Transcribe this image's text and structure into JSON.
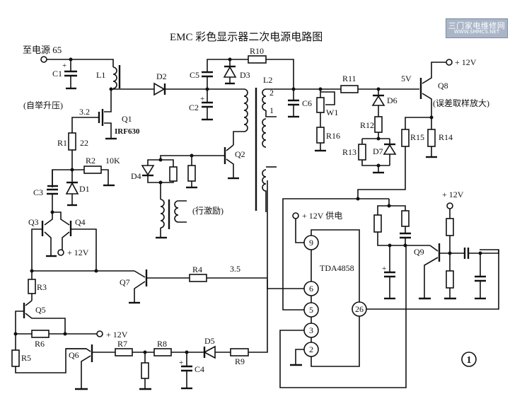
{
  "title": "EMC 彩色显示器二次电源电路图",
  "watermark": {
    "line1": "三门家电维修网",
    "line2": "WWW.SMMCS.NET"
  },
  "figure_number": "①",
  "labels": {
    "supply_in": "至电源 65",
    "boost_note": "(自举升压)",
    "error_amp_note": "(误差取样放大)",
    "line_drive_note": "(行激励)",
    "plus12v": "+ 12V",
    "plus12v_supply": "+ 12V 供电",
    "v5": "5V",
    "v32": "3.2",
    "v35": "3.5",
    "r1_value": "22",
    "r2_value": "10K",
    "q1_part": "IRF630",
    "ic_part": "TDA4858",
    "l2_tap2": "2",
    "l2_tap1": "1"
  },
  "components": {
    "C1": "C1",
    "C2": "C2",
    "C3": "C3",
    "C4": "C4",
    "C5": "C5",
    "C6": "C6",
    "L1": "L1",
    "L2": "L2",
    "D1": "D1",
    "D2": "D2",
    "D3": "D3",
    "D4": "D4",
    "D5": "D5",
    "D6": "D6",
    "D7": "D7",
    "Q1": "Q1",
    "Q2": "Q2",
    "Q3": "Q3",
    "Q4": "Q4",
    "Q5": "Q5",
    "Q6": "Q6",
    "Q7": "Q7",
    "Q8": "Q8",
    "Q9": "Q9",
    "R1": "R1",
    "R2": "R2",
    "R3": "R3",
    "R4": "R4",
    "R5": "R5",
    "R6": "R6",
    "R7": "R7",
    "R8": "R8",
    "R9": "R9",
    "R10": "R10",
    "R11": "R11",
    "R12": "R12",
    "R13": "R13",
    "R14": "R14",
    "R15": "R15",
    "R16": "R16",
    "W1": "W1"
  },
  "ic_pins": {
    "p9": "9",
    "p6": "6",
    "p5": "5",
    "p3": "3",
    "p2": "2",
    "p26": "26"
  }
}
